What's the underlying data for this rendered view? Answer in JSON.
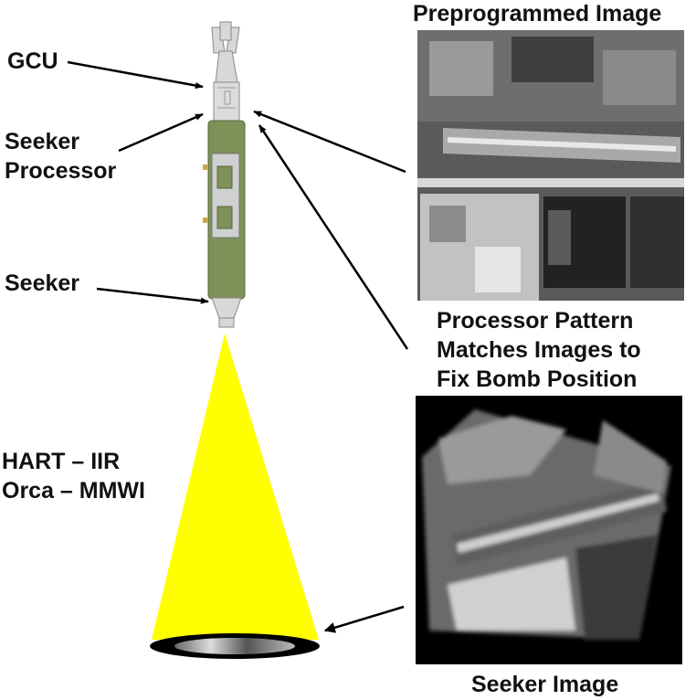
{
  "labels": {
    "gcu": "GCU",
    "seeker_processor_line1": "Seeker",
    "seeker_processor_line2": "Processor",
    "seeker": "Seeker",
    "hart": "HART – IIR",
    "orca": "Orca – MMWI",
    "preprogrammed_image": "Preprogrammed Image",
    "processor_line1": "Processor Pattern",
    "processor_line2": "Matches Images to",
    "processor_line3": "Fix Bomb Position",
    "seeker_image": "Seeker Image"
  },
  "colors": {
    "beam": "#ffff00",
    "bomb_body": "#d8d8d8",
    "bomb_green": "#7d9158",
    "arrow": "#000000"
  }
}
